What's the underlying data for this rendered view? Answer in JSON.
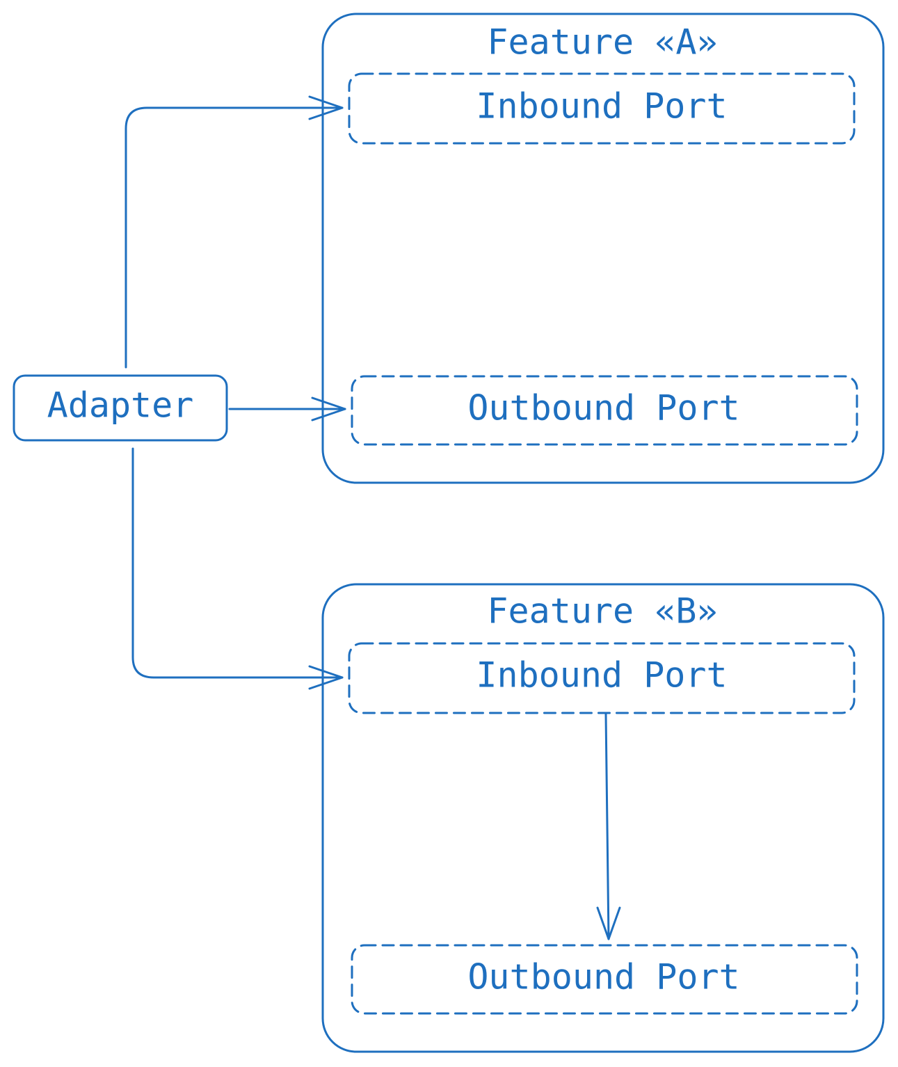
{
  "colors": {
    "stroke": "#1e6fbf",
    "text": "#1e6fbf",
    "background": "#ffffff"
  },
  "adapter": {
    "label": "Adapter"
  },
  "features": [
    {
      "title": "Feature «A»",
      "inbound_label": "Inbound Port",
      "outbound_label": "Outbound Port"
    },
    {
      "title": "Feature «B»",
      "inbound_label": "Inbound Port",
      "outbound_label": "Outbound Port"
    }
  ],
  "connections": [
    {
      "from": "Adapter",
      "to": "Feature «A» Inbound Port"
    },
    {
      "from": "Adapter",
      "to": "Feature «A» Outbound Port"
    },
    {
      "from": "Adapter",
      "to": "Feature «B» Inbound Port"
    },
    {
      "from": "Feature «B» Inbound Port",
      "to": "Feature «B» Outbound Port"
    }
  ]
}
